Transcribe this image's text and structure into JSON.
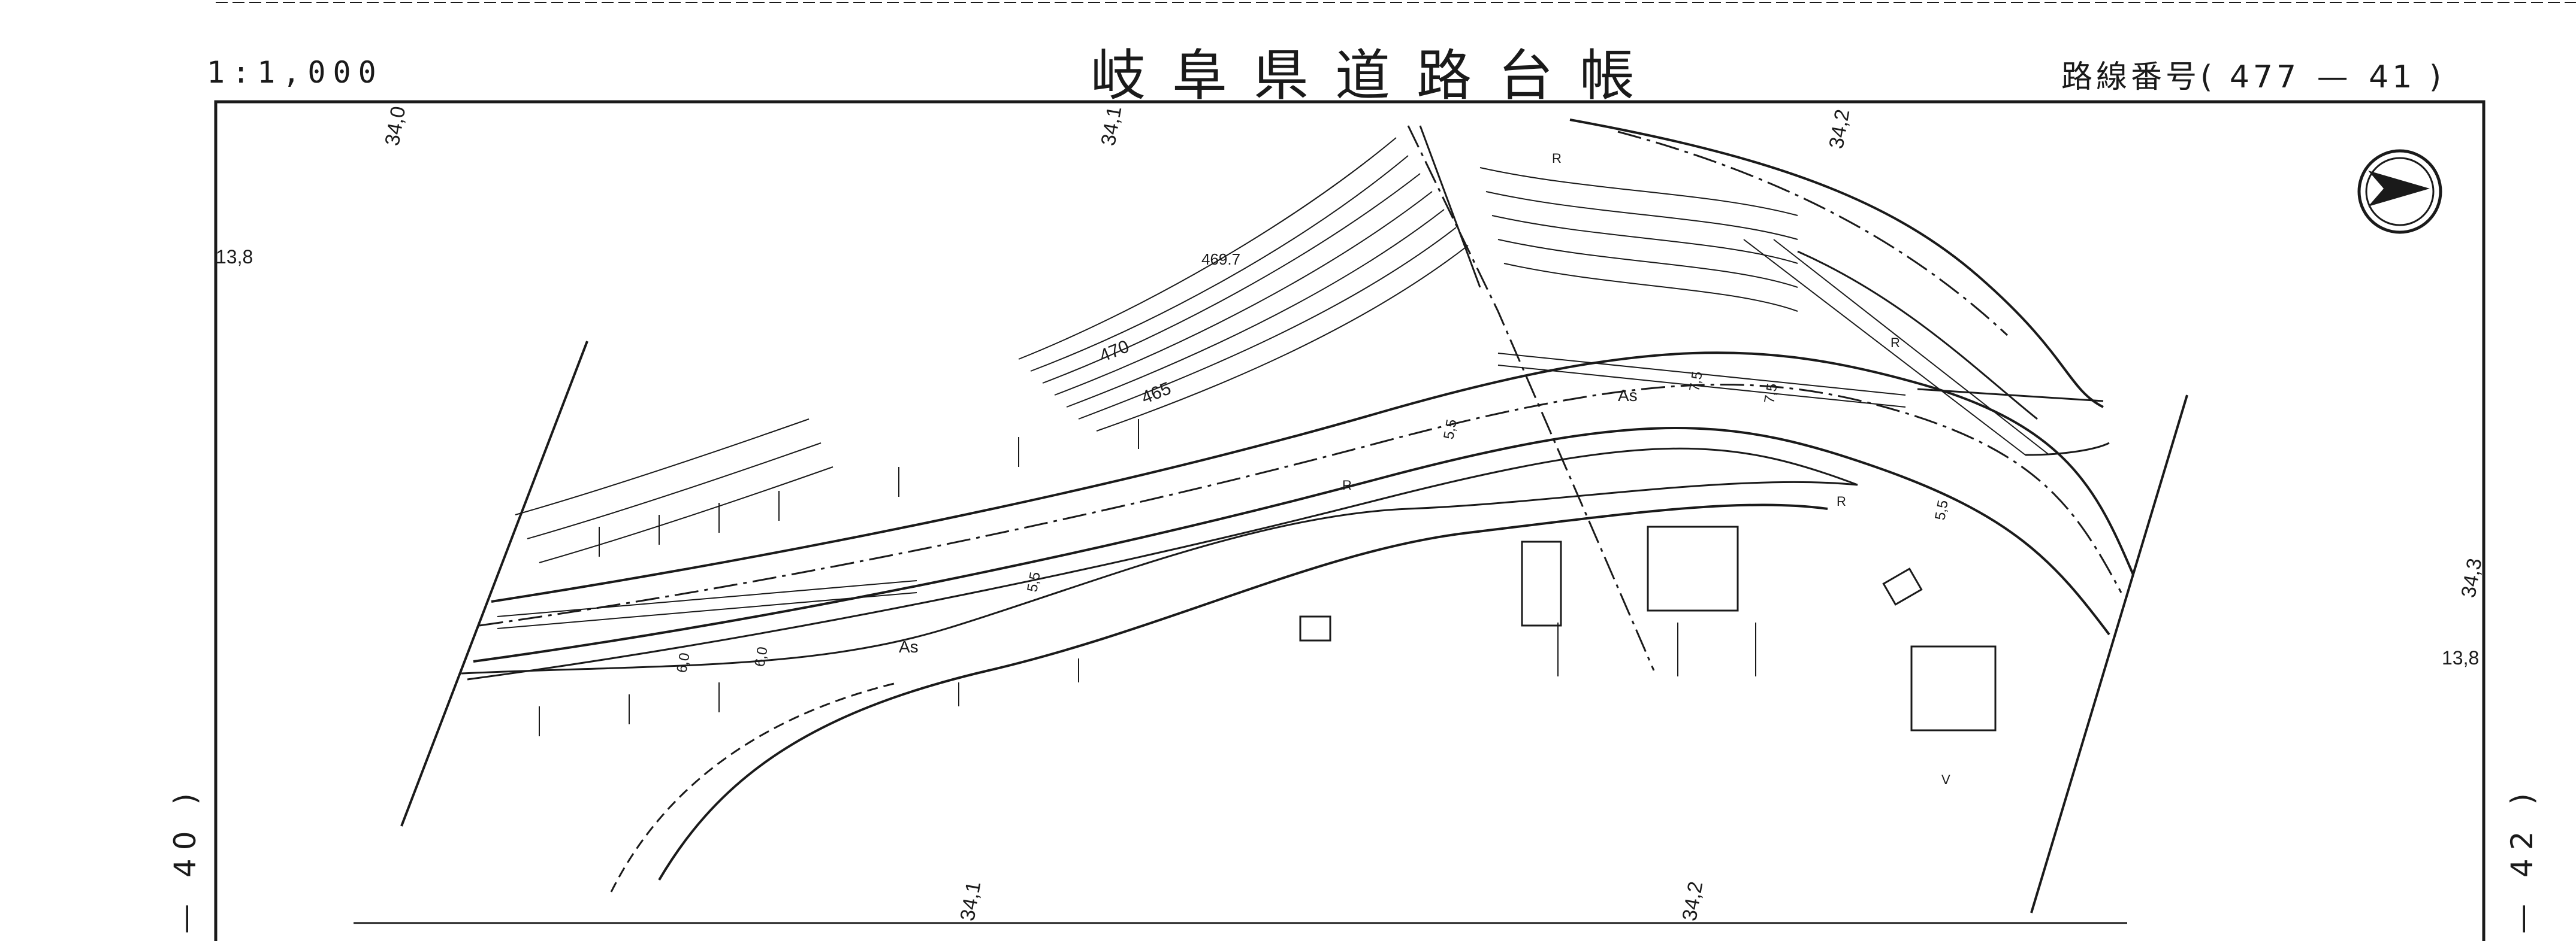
{
  "header": {
    "scale": "1:1,000",
    "title": "岐阜県道路台帳",
    "route_label": "路線番号(",
    "route_number": "477",
    "route_sep": "—",
    "route_sheet": "41",
    "route_close": ")"
  },
  "side_labels": {
    "left": "— 40 )",
    "right": "— 42 )"
  },
  "map": {
    "station_marks": {
      "top": [
        "34,0",
        "34,1",
        "34,2"
      ],
      "bottom": [
        "34,1",
        "34,2"
      ],
      "right": "34,3"
    },
    "offset_marks": {
      "left": "13,8",
      "right": "13,8"
    },
    "elevation": "469.7",
    "contours": [
      "470",
      "465"
    ],
    "widths": [
      "6,0",
      "6,0",
      "5,5",
      "5,5",
      "7,5",
      "7,5",
      "5,5"
    ],
    "surface": [
      "As",
      "As"
    ],
    "r_marks": [
      "R",
      "R",
      "R",
      "R"
    ],
    "misc": [
      "V"
    ]
  },
  "colors": {
    "ink": "#1a1a1a",
    "paper": "#ffffff"
  },
  "north_arrow_icon": "north-arrow-icon"
}
